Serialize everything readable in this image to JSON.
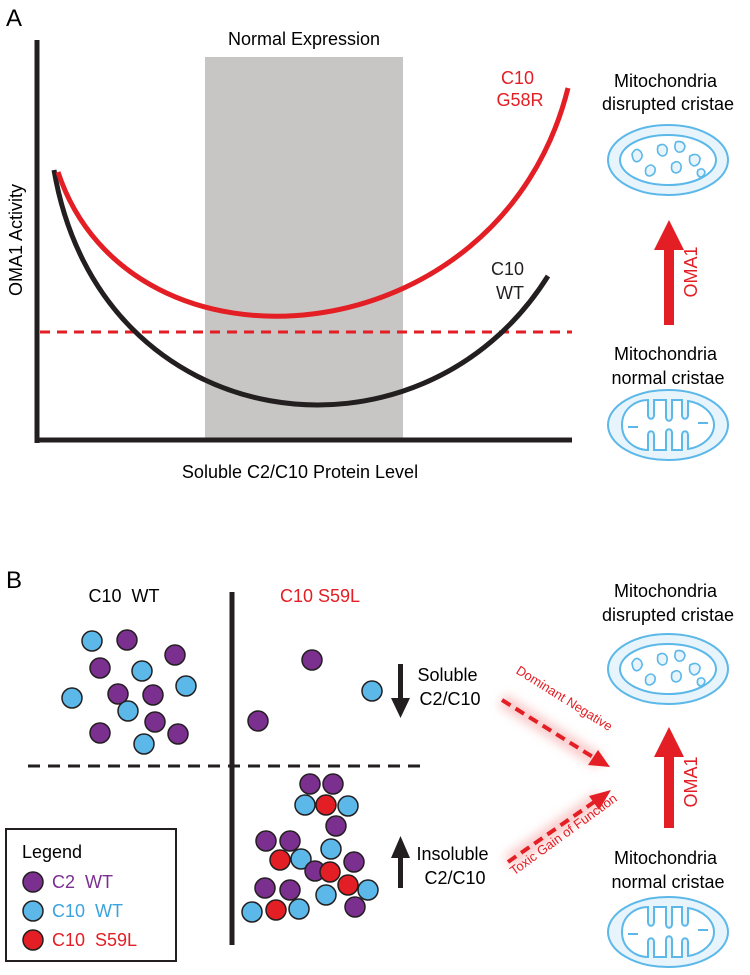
{
  "panel_a": {
    "panel_label": "A",
    "shaded_region_label": "Normal Expression",
    "y_axis_label": "OMA1 Activity",
    "x_axis_label": "Soluble C2/C10 Protein Level",
    "mutant_label": {
      "line1": "C10",
      "line2": "G58R"
    },
    "wt_label": {
      "line1": "C10",
      "line2": "WT"
    },
    "top_mito": {
      "line1": "Mitochondria",
      "line2": "disrupted cristae"
    },
    "bottom_mito": {
      "line1": "Mitochondria",
      "line2": "normal cristae"
    },
    "arrow_label": "OMA1"
  },
  "panel_b": {
    "panel_label": "B",
    "wt_header": "C10  WT",
    "mutant_header": "C10 S59L",
    "soluble": {
      "line1": "Soluble",
      "line2": "C2/C10"
    },
    "insoluble": {
      "line1": "Insoluble",
      "line2": "C2/C10"
    },
    "dominant_negative": "Dominant Negative",
    "toxic_gain": "Toxic Gain of Function",
    "top_mito": {
      "line1": "Mitochondria",
      "line2": "disrupted cristae"
    },
    "bottom_mito": {
      "line1": "Mitochondria",
      "line2": "normal cristae"
    },
    "arrow_label": "OMA1",
    "legend": {
      "title": "Legend",
      "items": [
        {
          "label": "C2  WT",
          "color": "#7b2f8e",
          "text_color": "#7b2f8e"
        },
        {
          "label": "C10  WT",
          "color": "#5bb8e8",
          "text_color": "#3aa3dd"
        },
        {
          "label": "C10  S59L",
          "color": "#e31e24",
          "text_color": "#e31e24"
        }
      ]
    }
  },
  "colors": {
    "red": "#e31e24",
    "purple": "#7b2f8e",
    "blue": "#5bb8e8",
    "mito_stroke": "#5bb8e8",
    "mito_fill": "#e8f4fc",
    "gray_band": "#c8c5c5"
  }
}
